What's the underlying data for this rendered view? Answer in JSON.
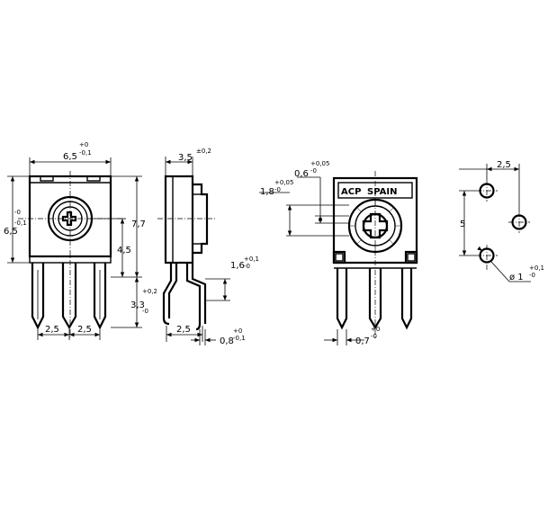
{
  "front_view": {
    "width": "6,5",
    "width_tol_upper": "+0",
    "width_tol_lower": "-0,1",
    "height": "6,5",
    "height_tol_upper": "-0",
    "height_tol_lower": "-0,1",
    "total_height": "7,7",
    "axis_height": "4,5",
    "pin_length": "3,3",
    "pin_length_tol_upper": "+0,2",
    "pin_length_tol_lower": "-0",
    "pin_pitch_left": "2,5",
    "pin_pitch_right": "2,5"
  },
  "side_view": {
    "depth": "3,5",
    "depth_tol": "±0,2",
    "pin_offset": "2,5",
    "bend_height": "1,6",
    "bend_height_tol_upper": "+0,1",
    "bend_height_tol_lower": "-0",
    "pin_thickness": "0,8",
    "pin_thickness_tol_upper": "+0",
    "pin_thickness_tol_lower": "-0,1"
  },
  "rear_view": {
    "slot_width": "1,8",
    "slot_width_tol_upper": "+0,05",
    "slot_width_tol_lower": "-0",
    "slot_depth": "0,6",
    "slot_depth_tol_upper": "+0,05",
    "slot_depth_tol_lower": "-0",
    "pin_width": "0,7",
    "pin_width_tol_upper": "+0",
    "pin_width_tol_lower": "-0",
    "brand_logo": "ACP",
    "brand_text": "SPAIN"
  },
  "hole_pattern": {
    "pitch_x": "2,5",
    "pitch_y": "5",
    "hole_diameter": "ø 1",
    "hole_tol_upper": "+0,1",
    "hole_tol_lower": "-0"
  }
}
